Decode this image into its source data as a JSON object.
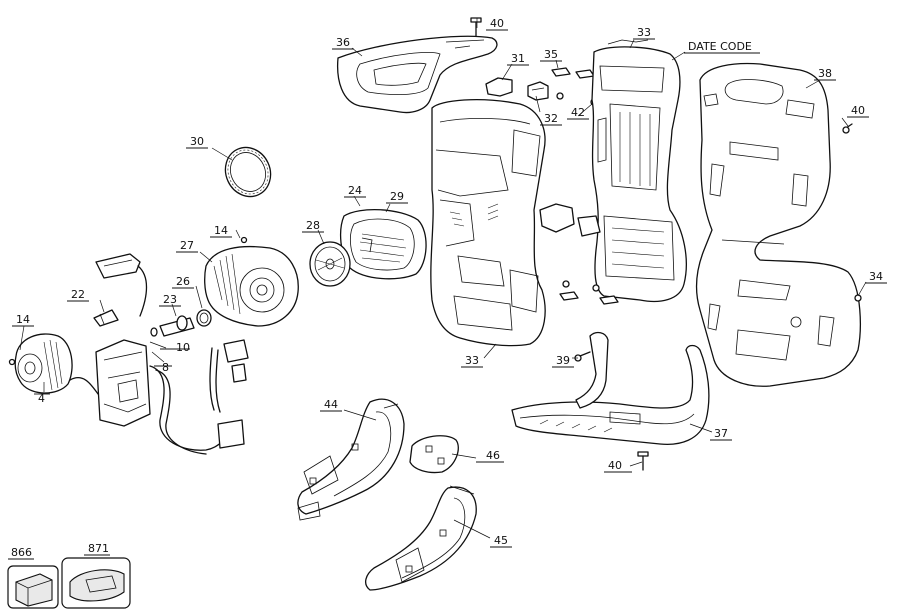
{
  "diagram": {
    "type": "exploded-parts-view",
    "date_code_label": "DATE CODE",
    "callouts": {
      "p40a": "40",
      "p36": "36",
      "p31": "31",
      "p35": "35",
      "p33a": "33",
      "p38": "38",
      "p40b": "40",
      "p32": "32",
      "p42": "42",
      "p30": "30",
      "p24": "24",
      "p29": "29",
      "p28": "28",
      "p14a": "14",
      "p27": "27",
      "p26": "26",
      "p22": "22",
      "p23": "23",
      "p14b": "14",
      "p10": "10",
      "p8": "8",
      "p4": "4",
      "p33b": "33",
      "p39": "39",
      "p34": "34",
      "p44": "44",
      "p37": "37",
      "p46": "46",
      "p40c": "40",
      "p45": "45",
      "p866": "866",
      "p871": "871"
    }
  }
}
